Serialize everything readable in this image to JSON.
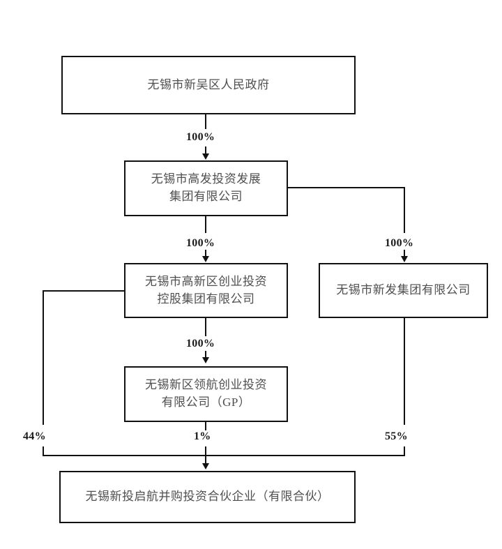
{
  "diagram": {
    "type": "ownership-structure-flowchart",
    "background_color": "#ffffff",
    "border_color": "#111111",
    "node_text_color": "#4f4f4f",
    "label_text_color": "#1a1a1a",
    "nodes": [
      {
        "id": "government",
        "label": "无锡市新吴区人民政府",
        "level": 0
      },
      {
        "id": "gaofa",
        "label": "无锡市高发投资发展\n集团有限公司",
        "level": 1
      },
      {
        "id": "gaoxinqu",
        "label": "无锡市高新区创业投资\n控股集团有限公司",
        "level": 2
      },
      {
        "id": "xinfa",
        "label": "无锡市新发集团有限公司",
        "level": 2
      },
      {
        "id": "linghang",
        "label": "无锡新区领航创业投资\n有限公司（GP）",
        "level": 3
      },
      {
        "id": "partnership",
        "label": "无锡新投启航并购投资合伙企业（有限合伙）",
        "level": 4
      }
    ],
    "edges": [
      {
        "id": "gov-to-gaofa",
        "from": "government",
        "to": "gaofa",
        "label": "100%"
      },
      {
        "id": "gaofa-to-gaoxinqu",
        "from": "gaofa",
        "to": "gaoxinqu",
        "label": "100%"
      },
      {
        "id": "gaofa-to-xinfa",
        "from": "gaofa",
        "to": "xinfa",
        "label": "100%"
      },
      {
        "id": "gaoxinqu-to-linghang",
        "from": "gaoxinqu",
        "to": "linghang",
        "label": "100%"
      },
      {
        "id": "gaoxinqu-to-partner",
        "from": "gaoxinqu",
        "to": "partnership",
        "label": "44%"
      },
      {
        "id": "linghang-to-partner",
        "from": "linghang",
        "to": "partnership",
        "label": "1%"
      },
      {
        "id": "xinfa-to-partner",
        "from": "xinfa",
        "to": "partnership",
        "label": "55%"
      }
    ]
  }
}
